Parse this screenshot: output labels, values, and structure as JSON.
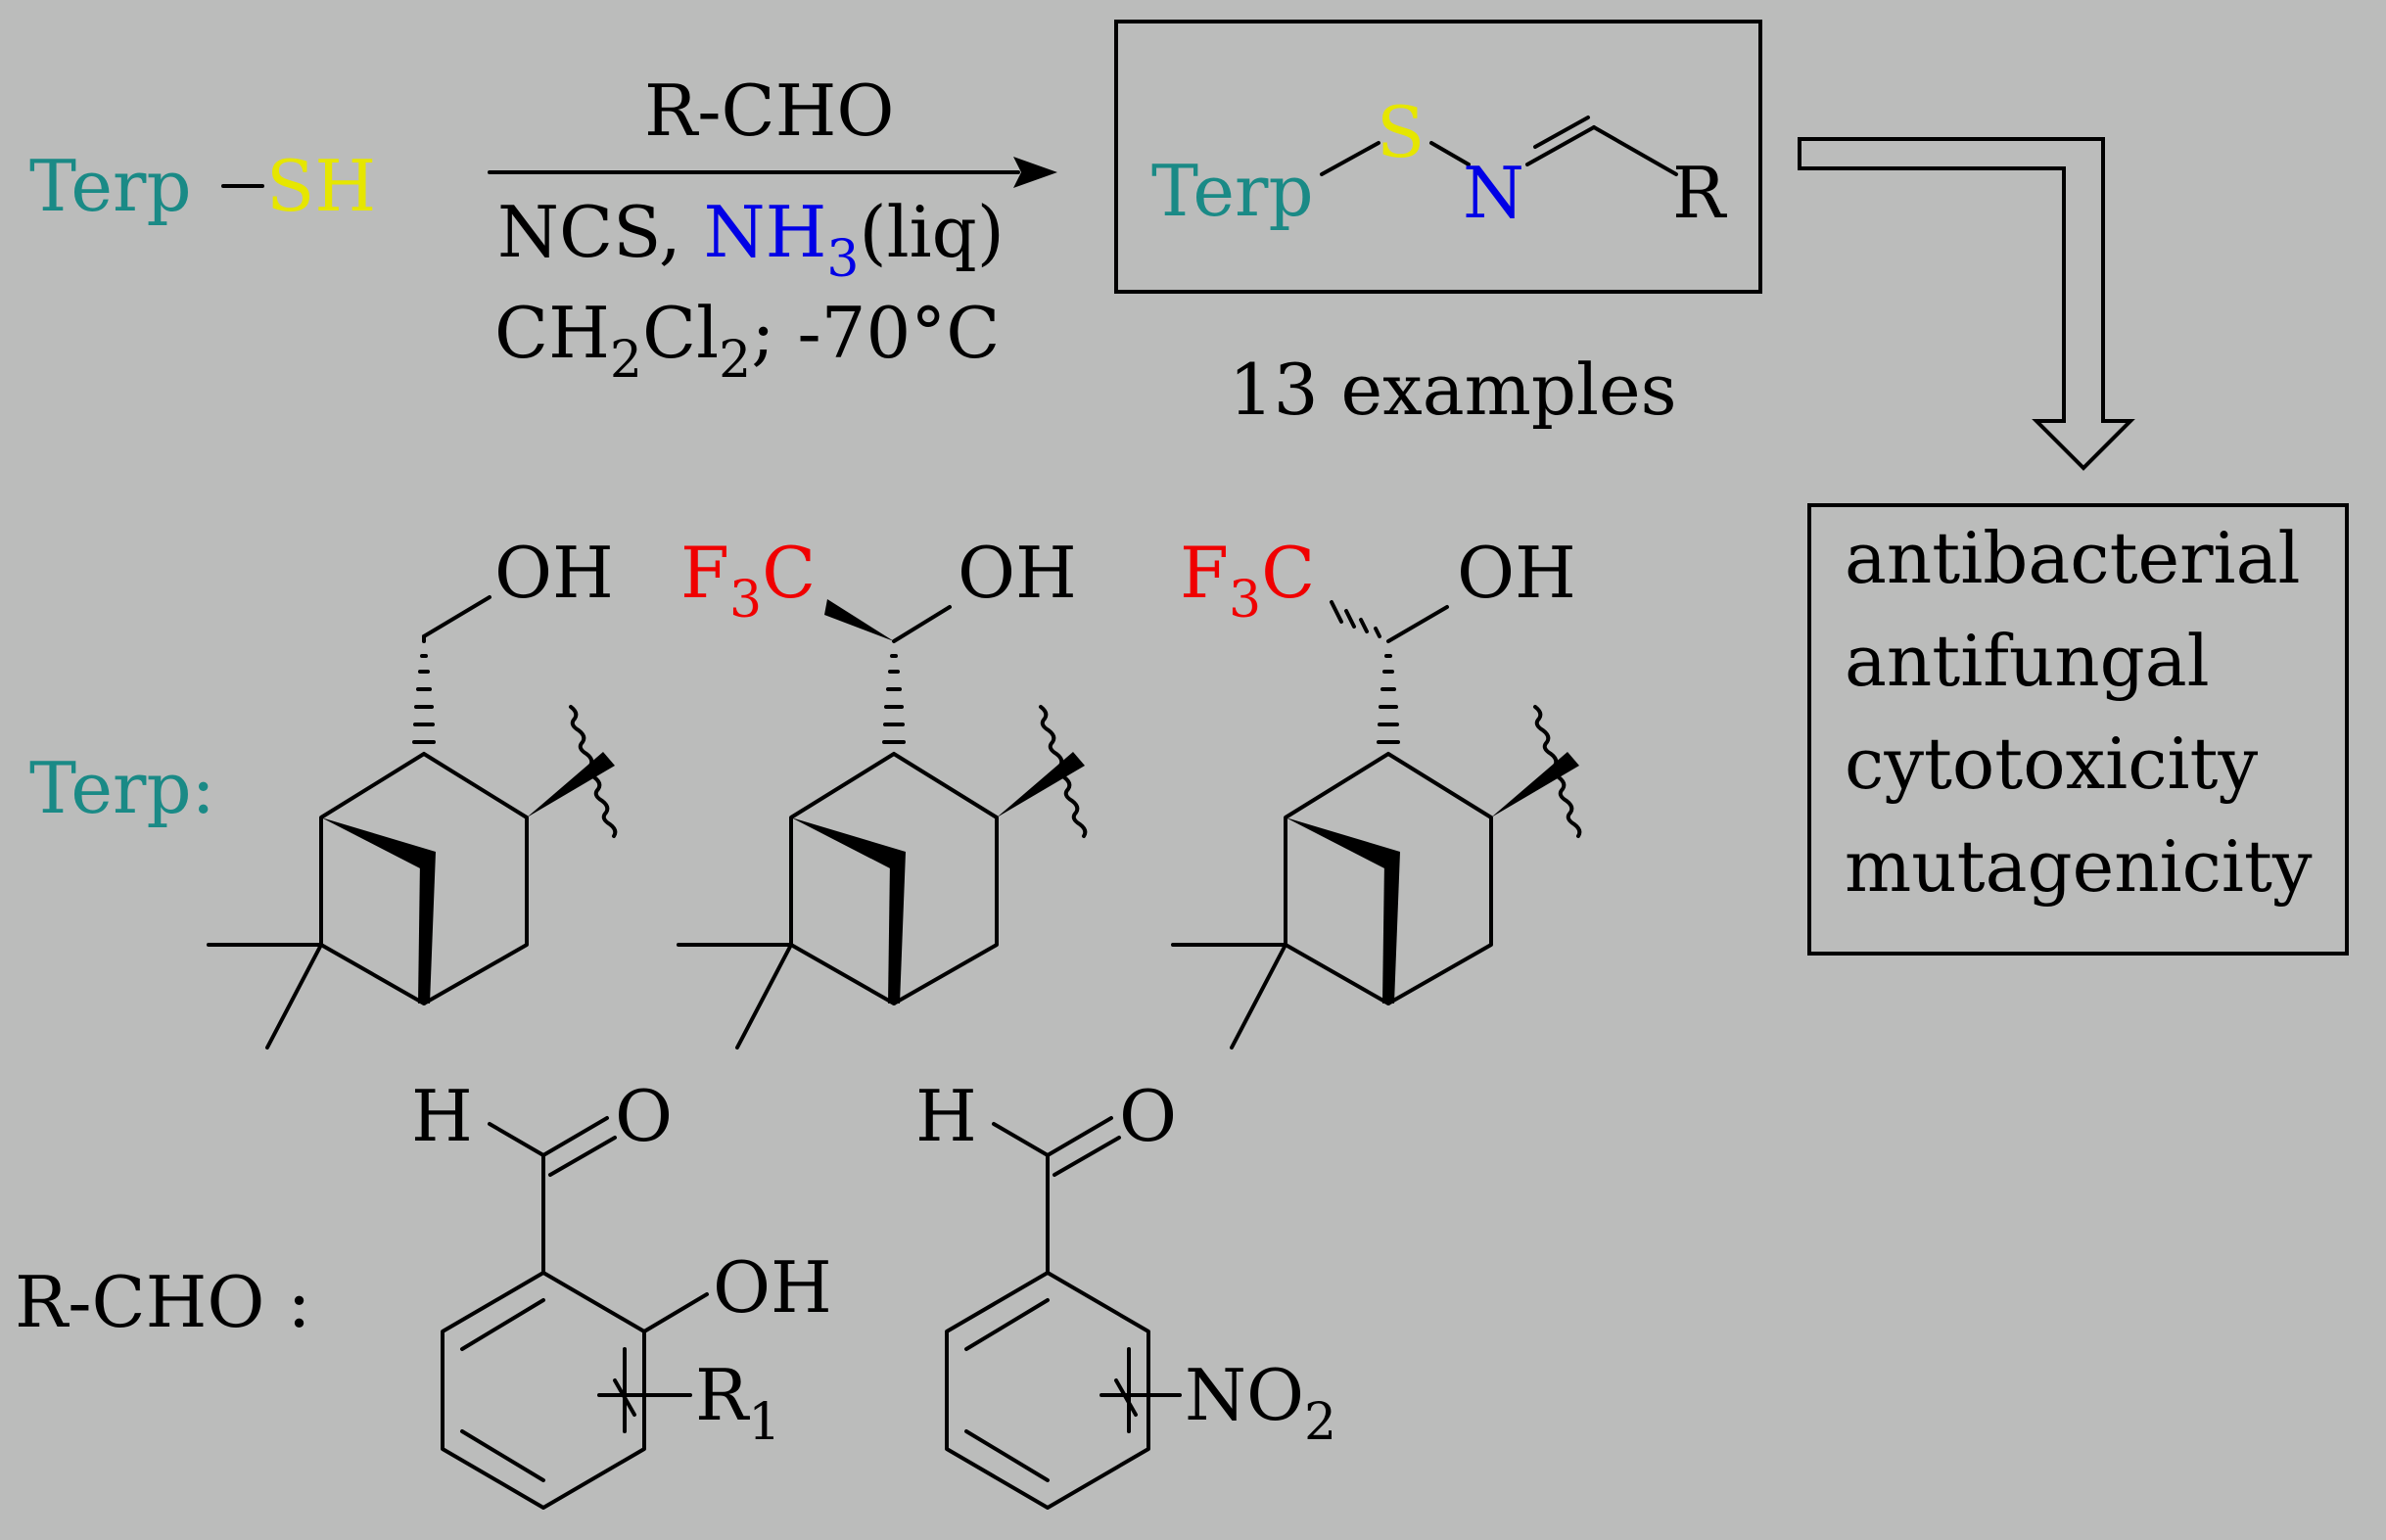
{
  "reaction": {
    "reactant": {
      "terp": "Terp",
      "sh": "SH"
    },
    "above_arrow": "R-CHO",
    "below_arrow_1": {
      "ncs": "NCS, ",
      "nh": "NH",
      "nh_sub": "3",
      "liq": "(liq)"
    },
    "below_arrow_2": {
      "ch": "CH",
      "sub1": "2",
      "cl": "Cl",
      "sub2": "2",
      "rest": "; -70°C"
    }
  },
  "product": {
    "terp": "Terp",
    "s": "S",
    "n": "N",
    "r": "R",
    "count_label": "13 examples"
  },
  "activities": {
    "items": [
      "antibacterial",
      "antifungal",
      "cytotoxicity",
      "mutagenicity"
    ]
  },
  "terp_section": {
    "label": "Terp:",
    "structures": [
      {
        "oh": "OH",
        "f3c_main": "",
        "f3c_sub": "",
        "f3c_end": ""
      },
      {
        "oh": "OH",
        "f3c_main": "F",
        "f3c_sub": "3",
        "f3c_end": "C"
      },
      {
        "oh": "OH",
        "f3c_main": "F",
        "f3c_sub": "3",
        "f3c_end": "C"
      }
    ]
  },
  "rcho_section": {
    "label": "R-CHO :",
    "aldehyde_1": {
      "h": "H",
      "o": "O",
      "oh": "OH",
      "r": "R",
      "r_sub": "1"
    },
    "aldehyde_2": {
      "h": "H",
      "o": "O",
      "no": "NO",
      "no_sub": "2"
    }
  },
  "colors": {
    "background": "#bbbcbb",
    "terp_teal": "#1a8a86",
    "sulfur_yellow": "#e6e600",
    "nitrogen_blue": "#0000e6",
    "fluorine_red": "#f00000"
  }
}
